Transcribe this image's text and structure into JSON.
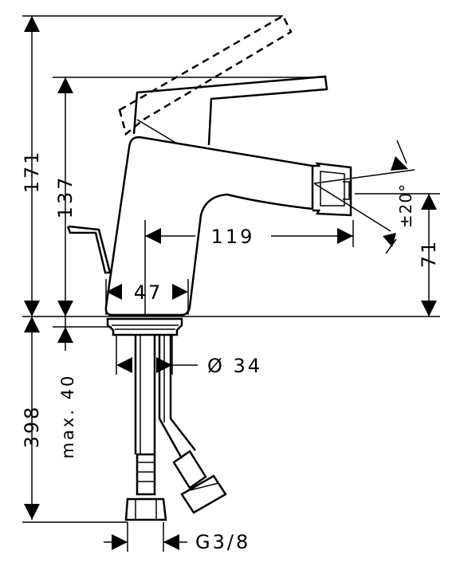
{
  "dimensions": {
    "total_height": "171",
    "body_height": "137",
    "spout_reach": "119",
    "base_width": "47",
    "nozzle_angle": "±20°",
    "nozzle_height": "71",
    "below_deck": "398",
    "deck_thickness": "max. 40",
    "hole_diameter": "Ø 34",
    "connection_thread": "G3/8"
  }
}
